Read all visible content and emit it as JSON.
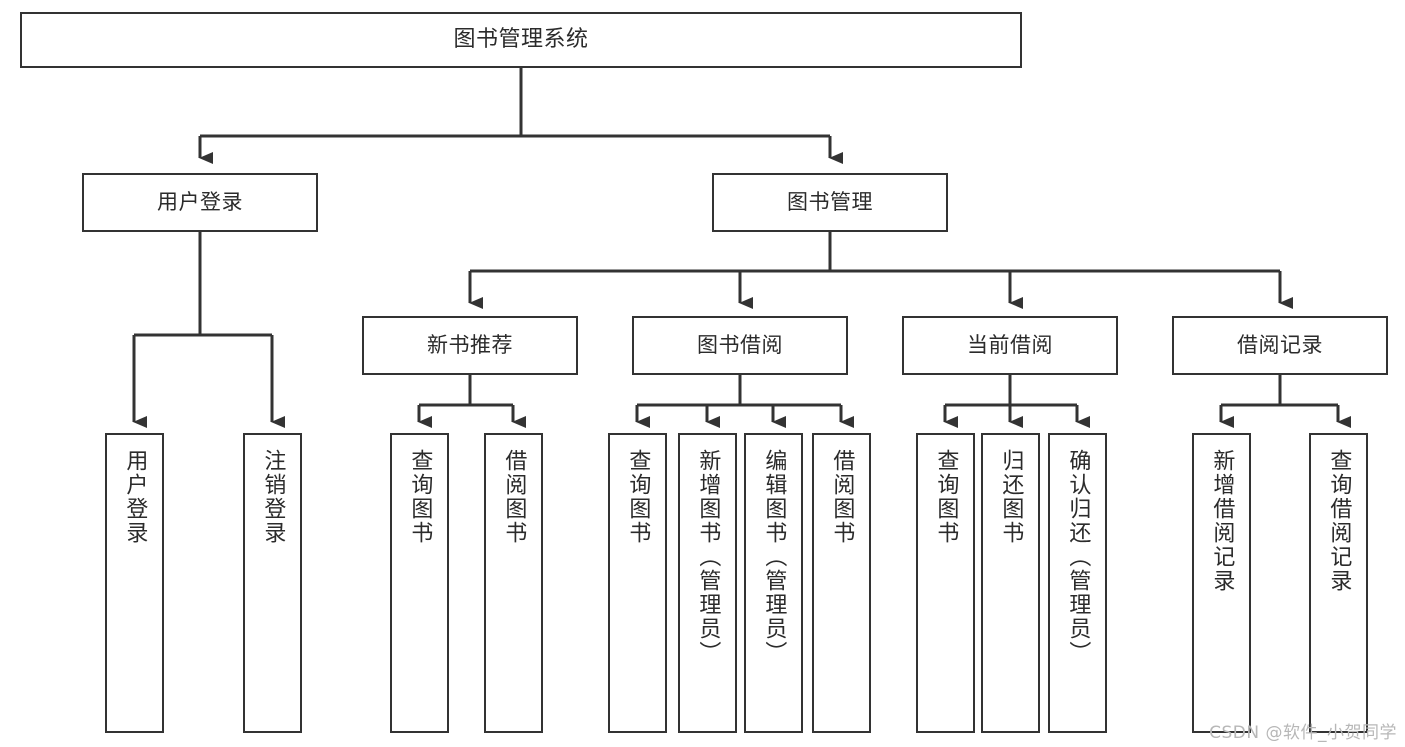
{
  "diagram": {
    "type": "tree",
    "title": "图书管理系统",
    "orientation": "top-down",
    "colors": {
      "box_border": "#333333",
      "box_fill": "#ffffff",
      "connector": "#333333",
      "text": "#2b2b2b",
      "watermark": "#b7b7b7",
      "background": "#ffffff"
    },
    "levels": 4
  },
  "root": {
    "label": "图书管理系统"
  },
  "level2": [
    {
      "label": "用户登录"
    },
    {
      "label": "图书管理"
    }
  ],
  "level3": [
    {
      "label": "新书推荐"
    },
    {
      "label": "图书借阅"
    },
    {
      "label": "当前借阅"
    },
    {
      "label": "借阅记录"
    }
  ],
  "leaves": {
    "user_login": [
      {
        "label": "用户登录"
      },
      {
        "label": "注销登录"
      }
    ],
    "new_book_recommend": [
      {
        "label": "查询图书"
      },
      {
        "label": "借阅图书"
      }
    ],
    "book_borrow": [
      {
        "label": "查询图书"
      },
      {
        "label": "新增图书（管理员）"
      },
      {
        "label": "编辑图书（管理员）"
      },
      {
        "label": "借阅图书"
      }
    ],
    "current_borrow": [
      {
        "label": "查询图书"
      },
      {
        "label": "归还图书"
      },
      {
        "label": "确认归还（管理员）"
      }
    ],
    "borrow_record": [
      {
        "label": "新增借阅记录"
      },
      {
        "label": "查询借阅记录"
      }
    ]
  },
  "watermark": {
    "text": "CSDN @软件_小贺同学"
  }
}
